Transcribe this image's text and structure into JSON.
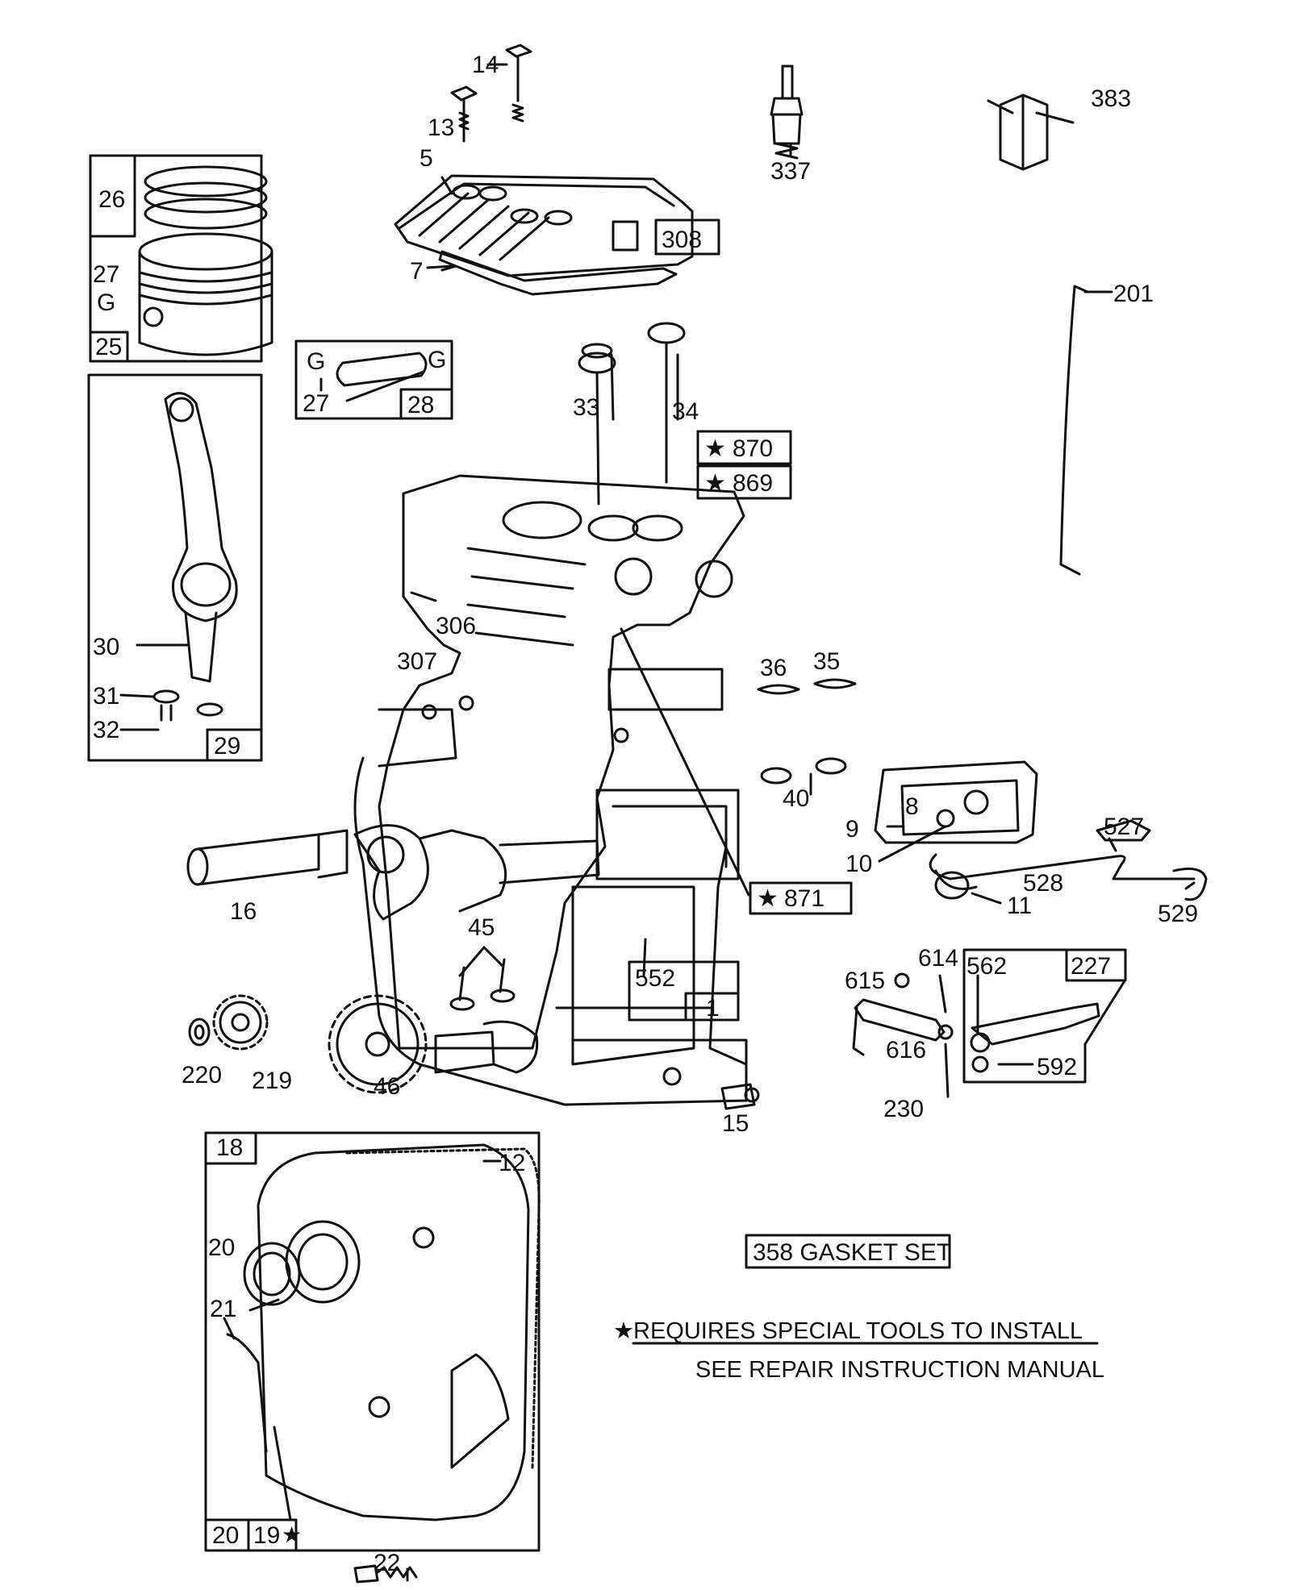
{
  "labels": {
    "p5": "5",
    "p7": "7",
    "p8": "8",
    "p9": "9",
    "p10": "10",
    "p11": "11",
    "p12": "12",
    "p13": "13",
    "p14": "14",
    "p15": "15",
    "p16": "16",
    "p18": "18",
    "p19": "19",
    "p20a": "20",
    "p20b": "20",
    "p21": "21",
    "p22": "22",
    "p25": "25",
    "p26": "26",
    "p27a": "27",
    "p27b": "27",
    "p28": "28",
    "p29": "29",
    "p30": "30",
    "p31": "31",
    "p32": "32",
    "p33": "33",
    "p34": "34",
    "p35": "35",
    "p36": "36",
    "p40": "40",
    "p45": "45",
    "p46": "46",
    "p201": "201",
    "p219": "219",
    "p220": "220",
    "p227": "227",
    "p230": "230",
    "p306": "306",
    "p307": "307",
    "p308": "308",
    "p337": "337",
    "p383": "383",
    "p527": "527",
    "p528": "528",
    "p529": "529",
    "p552": "552",
    "p1": "1",
    "p562": "562",
    "p592": "592",
    "p614": "614",
    "p615": "615",
    "p616": "616",
    "p869": "869",
    "p870": "870",
    "p871": "871",
    "g1": "G",
    "g2": "G",
    "g3": "G"
  },
  "gasket_set": "358 GASKET SET",
  "notes": {
    "special_tools": "REQUIRES SPECIAL TOOLS TO INSTALL",
    "see_manual": "SEE REPAIR INSTRUCTION MANUAL"
  }
}
